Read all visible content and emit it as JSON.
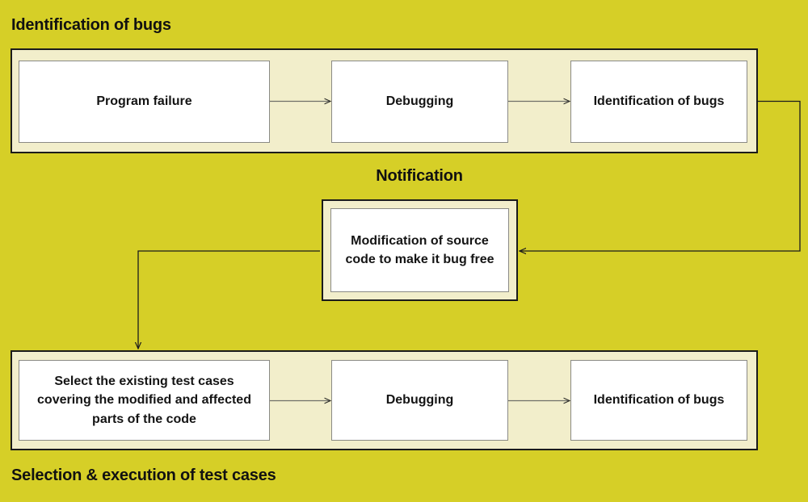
{
  "diagram": {
    "title_top": "Identification of bugs",
    "title_middle": "Notification",
    "title_bottom": "Selection & execution of test cases",
    "colors": {
      "background": "#d6cf27",
      "band_fill": "#f2eecb",
      "band_border": "#1b1b1b",
      "node_fill": "#ffffff",
      "node_border": "#8a8a85",
      "connector_light": "#6f6f68",
      "connector_dark": "#1b1b1b",
      "text": "#141414"
    },
    "sections": {
      "top": {
        "label": "Identification of bugs",
        "nodes": [
          {
            "id": "program-failure",
            "label": "Program failure"
          },
          {
            "id": "debugging-top",
            "label": "Debugging"
          },
          {
            "id": "identification-top",
            "label": "Identification of bugs"
          }
        ]
      },
      "middle": {
        "label": "Notification",
        "nodes": [
          {
            "id": "modification",
            "label": "Modification of source code to make it bug free"
          }
        ]
      },
      "bottom": {
        "label": "Selection & execution of test cases",
        "nodes": [
          {
            "id": "select-tests",
            "label": "Select the existing test cases covering the modified and affected parts of the code"
          },
          {
            "id": "debugging-bottom",
            "label": "Debugging"
          },
          {
            "id": "identification-bottom",
            "label": "Identification of bugs"
          }
        ]
      }
    },
    "connectors": [
      {
        "id": "top-1-to-2",
        "from": "program-failure",
        "to": "debugging-top",
        "style": "light-arrow",
        "direction": "right"
      },
      {
        "id": "top-2-to-3",
        "from": "debugging-top",
        "to": "identification-top",
        "style": "light-arrow",
        "direction": "right"
      },
      {
        "id": "top-band-to-notification",
        "from": "identification-top",
        "to": "modification",
        "style": "dark-routed",
        "direction": "right-down-left"
      },
      {
        "id": "notification-to-bottom-band",
        "from": "modification",
        "to": "select-tests",
        "style": "dark-routed",
        "direction": "left-down"
      },
      {
        "id": "bottom-1-to-2",
        "from": "select-tests",
        "to": "debugging-bottom",
        "style": "light-arrow",
        "direction": "right"
      },
      {
        "id": "bottom-2-to-3",
        "from": "debugging-bottom",
        "to": "identification-bottom",
        "style": "light-arrow",
        "direction": "right"
      }
    ]
  }
}
